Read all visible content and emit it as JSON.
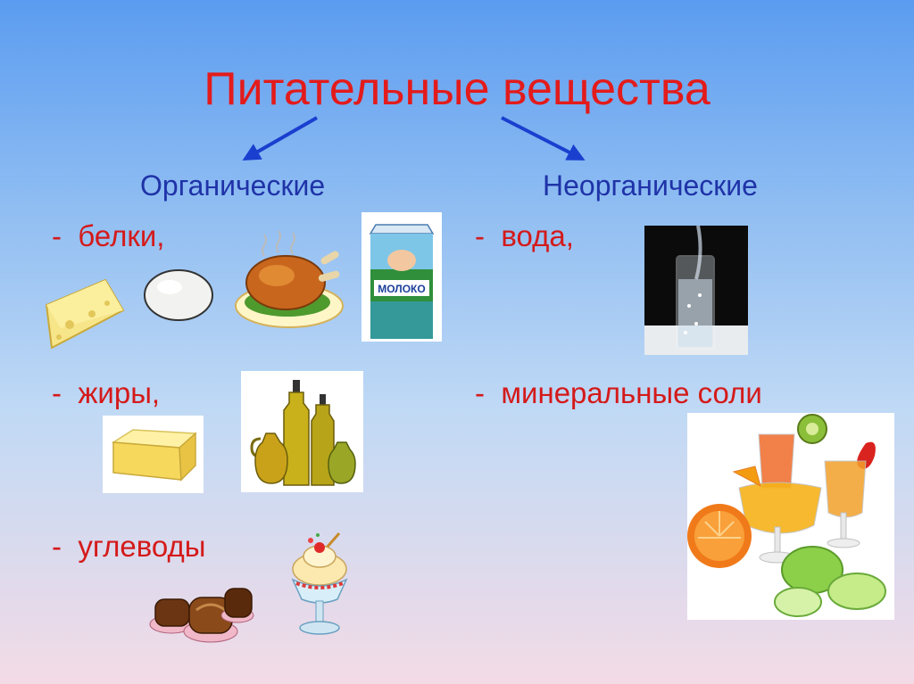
{
  "title": "Питательные вещества",
  "organic": {
    "heading": "Органические",
    "items": [
      {
        "dash": "-",
        "label": "белки,"
      },
      {
        "dash": "-",
        "label": "жиры,"
      },
      {
        "dash": "-",
        "label": "углеводы"
      }
    ]
  },
  "inorganic": {
    "heading": "Неорганические",
    "items": [
      {
        "dash": "-",
        "label": "вода,"
      },
      {
        "dash": "-",
        "label": "минеральные соли"
      }
    ]
  },
  "milk_pack_label": "МОЛОКО",
  "colors": {
    "title": "#e31b1b",
    "heading": "#1f33a8",
    "item": "#d41a1a",
    "arrow": "#1a3fcf"
  }
}
